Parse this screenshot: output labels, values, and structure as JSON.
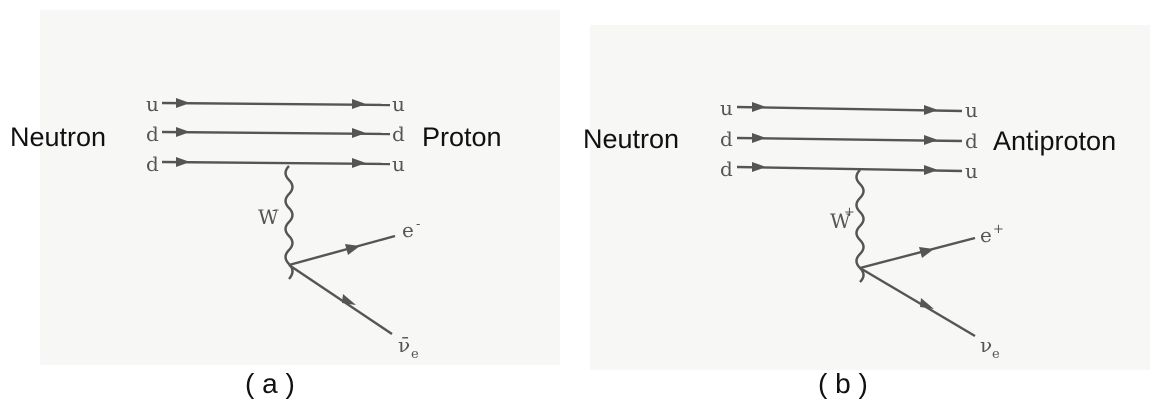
{
  "diagram_a": {
    "left_label": "Neutron",
    "right_label": "Proton",
    "in_quarks": [
      "u",
      "d",
      "d"
    ],
    "out_quarks": [
      "u",
      "d",
      "u"
    ],
    "boson": "W",
    "boson_charge": "-",
    "lepton": "e",
    "lepton_charge": "-",
    "neutrino": "ν̄",
    "neutrino_sub": "e",
    "caption": "( a )"
  },
  "diagram_b": {
    "left_label": "Neutron",
    "right_label": "Antiproton",
    "in_quarks": [
      "u",
      "d",
      "d"
    ],
    "out_quarks": [
      "u",
      "d",
      "u"
    ],
    "boson": "W",
    "boson_charge": "+",
    "lepton": "e",
    "lepton_charge": "+",
    "neutrino": "ν",
    "neutrino_sub": "e",
    "caption": "( b )"
  }
}
